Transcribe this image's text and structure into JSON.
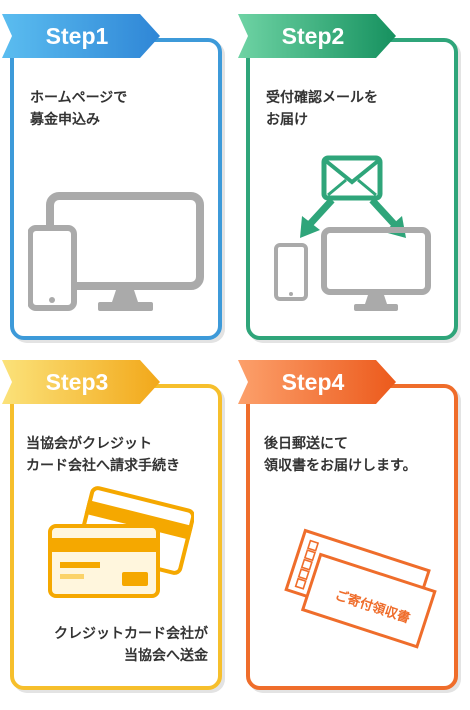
{
  "steps": [
    {
      "label": "Step1",
      "color": "#3d9ad9",
      "text": [
        "ホームページで",
        "募金申込み"
      ]
    },
    {
      "label": "Step2",
      "color": "#2fa57a",
      "text": [
        "受付確認メールを",
        "お届け"
      ]
    },
    {
      "label": "Step3",
      "color": "#f6bf2c",
      "text": [
        "当協会がクレジット",
        "カード会社へ請求手続き"
      ],
      "bottom_text": [
        "クレジットカード会社が",
        "当協会へ送金"
      ]
    },
    {
      "label": "Step4",
      "color": "#ef6d2b",
      "text": [
        "後日郵送にて",
        "領収書をお届けします。"
      ],
      "envelope_text": "ご寄付領収書"
    }
  ],
  "icons": {
    "step1": "computer-and-tablet-icon",
    "step2": "email-to-devices-icon",
    "step3": "credit-cards-icon",
    "step4": "receipt-envelope-icon"
  }
}
